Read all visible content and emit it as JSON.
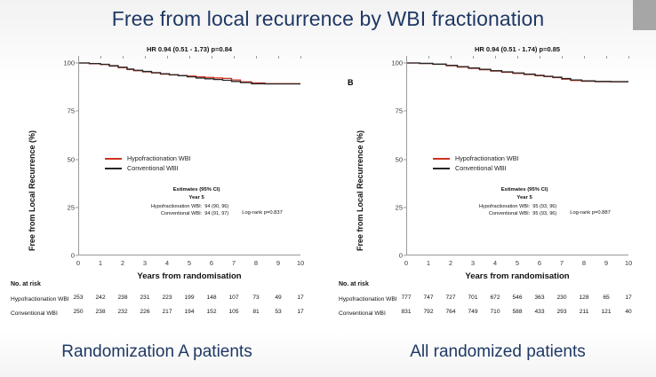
{
  "slide": {
    "title": "Free from local recurrence by WBI fractionation",
    "title_color": "#1f3864",
    "corner_box_color": "#a6a6a6"
  },
  "series_colors": {
    "hypofractionation": "#cc3322",
    "conventional": "#262626"
  },
  "panels": [
    {
      "id": "A",
      "letter": "",
      "caption": "Randomization A patients",
      "hr_text": "HR 0.94 (0.51 - 1.73) p=0.84",
      "legend": [
        {
          "label": "Hypofractionation WBI",
          "color": "#cc3322"
        },
        {
          "label": "Conventional WBI",
          "color": "#262626"
        }
      ],
      "estimates": {
        "title": "Estimates (95% CI)",
        "year": "Year 5",
        "rows": [
          {
            "name": "Hypofractionation WBI:",
            "value": "94 (90, 96)"
          },
          {
            "name": "Conventional WBI:",
            "value": "94 (91, 97)"
          }
        ],
        "logrank": "Log-rank p=0.837"
      },
      "risk": {
        "title": "No. at risk",
        "rows": [
          {
            "label": "Hypofractionation WBI",
            "values": [
              253,
              242,
              238,
              231,
              223,
              199,
              148,
              107,
              73,
              49,
              17
            ]
          },
          {
            "label": "Conventional WBI",
            "values": [
              250,
              238,
              232,
              226,
              217,
              194,
              152,
              105,
              81,
              53,
              17
            ]
          }
        ]
      },
      "chart_data": {
        "type": "line",
        "title": "Free from local recurrence by WBI fractionation",
        "subtitle": "Randomization A patients",
        "xlabel": "Years from randomisation",
        "ylabel": "Free from Local Recurrence (%)",
        "xlim": [
          0,
          10
        ],
        "ylim": [
          0,
          100
        ],
        "xticks": [
          0,
          1,
          2,
          3,
          4,
          5,
          6,
          7,
          8,
          9,
          10
        ],
        "yticks": [
          0,
          25,
          50,
          75,
          100
        ],
        "grid": false,
        "legend_position": "center-left",
        "annotations": [
          "HR 0.94 (0.51 - 1.73) p=0.84",
          "Log-rank p=0.837"
        ],
        "series": [
          {
            "name": "Hypofractionation WBI",
            "color": "#cc3322",
            "x": [
              0,
              0.5,
              1.0,
              1.4,
              1.8,
              2.2,
              2.5,
              2.9,
              3.3,
              3.7,
              4.1,
              4.5,
              4.9,
              5.3,
              5.7,
              6.1,
              6.5,
              6.9,
              7.3,
              7.8,
              8.4,
              9.2,
              10
            ],
            "y": [
              100,
              99.6,
              99.2,
              98.4,
              97.6,
              96.6,
              96.0,
              95.4,
              94.8,
              94.2,
              93.8,
              93.5,
              93.2,
              92.8,
              92.5,
              92.2,
              92.0,
              91.2,
              90.2,
              89.6,
              89.3,
              89.3,
              89.3
            ]
          },
          {
            "name": "Conventional WBI",
            "color": "#262626",
            "x": [
              0,
              0.5,
              1.0,
              1.4,
              1.8,
              2.2,
              2.5,
              2.9,
              3.3,
              3.7,
              4.1,
              4.5,
              4.9,
              5.3,
              5.7,
              6.1,
              6.5,
              6.9,
              7.3,
              7.8,
              8.4,
              9.2,
              10
            ],
            "y": [
              100,
              99.7,
              99.3,
              98.6,
              97.8,
              96.8,
              96.2,
              95.6,
              95.0,
              94.4,
              93.9,
              93.4,
              92.8,
              92.2,
              91.8,
              91.4,
              91.0,
              90.4,
              89.8,
              89.2,
              89.1,
              89.1,
              89.1
            ]
          }
        ]
      }
    },
    {
      "id": "B",
      "letter": "B",
      "caption": "All randomized patients",
      "hr_text": "HR 0.94 (0.51 - 1.74) p=0.85",
      "legend": [
        {
          "label": "Hypofractionation WBI",
          "color": "#cc3322"
        },
        {
          "label": "Conventional WBI",
          "color": "#262626"
        }
      ],
      "estimates": {
        "title": "Estimates (95% CI)",
        "year": "Year 5",
        "rows": [
          {
            "name": "Hypofractionation WBI:",
            "value": "95 (93, 96)"
          },
          {
            "name": "Conventional WBI:",
            "value": "95 (93, 96)"
          }
        ],
        "logrank": "Log-rank p=0.887"
      },
      "risk": {
        "title": "No. at risk",
        "rows": [
          {
            "label": "Hypofractionation WBI",
            "values": [
              777,
              747,
              727,
              701,
              672,
              546,
              363,
              230,
              128,
              65,
              17
            ]
          },
          {
            "label": "Conventional WBI",
            "values": [
              831,
              792,
              764,
              749,
              710,
              588,
              433,
              293,
              211,
              121,
              40
            ]
          }
        ]
      },
      "chart_data": {
        "type": "line",
        "title": "Free from local recurrence by WBI fractionation",
        "subtitle": "All randomized patients",
        "xlabel": "Years from randomisation",
        "ylabel": "Free from Local Recurrence (%)",
        "xlim": [
          0,
          10
        ],
        "ylim": [
          0,
          100
        ],
        "xticks": [
          0,
          1,
          2,
          3,
          4,
          5,
          6,
          7,
          8,
          9,
          10
        ],
        "yticks": [
          0,
          25,
          50,
          75,
          100
        ],
        "grid": false,
        "legend_position": "center-left",
        "annotations": [
          "HR 0.94 (0.51 - 1.74) p=0.85",
          "Log-rank p=0.887"
        ],
        "series": [
          {
            "name": "Hypofractionation WBI",
            "color": "#cc3322",
            "x": [
              0,
              0.6,
              1.2,
              1.8,
              2.3,
              2.8,
              3.3,
              3.8,
              4.3,
              4.8,
              5.3,
              5.8,
              6.2,
              6.6,
              7.0,
              7.4,
              7.9,
              8.5,
              9.2,
              10
            ],
            "y": [
              100,
              99.7,
              99.3,
              98.6,
              97.9,
              97.2,
              96.5,
              95.8,
              95.2,
              94.6,
              94.0,
              93.4,
              92.9,
              92.4,
              91.6,
              90.9,
              90.5,
              90.3,
              90.2,
              90.2
            ]
          },
          {
            "name": "Conventional WBI",
            "color": "#262626",
            "x": [
              0,
              0.6,
              1.2,
              1.8,
              2.3,
              2.8,
              3.3,
              3.8,
              4.3,
              4.8,
              5.3,
              5.8,
              6.2,
              6.6,
              7.0,
              7.4,
              7.9,
              8.5,
              9.2,
              10
            ],
            "y": [
              100,
              99.8,
              99.4,
              98.8,
              98.1,
              97.4,
              96.7,
              96.0,
              95.4,
              94.8,
              94.2,
              93.6,
              93.1,
              92.6,
              91.9,
              91.2,
              90.7,
              90.4,
              90.3,
              90.3
            ]
          }
        ]
      }
    }
  ]
}
